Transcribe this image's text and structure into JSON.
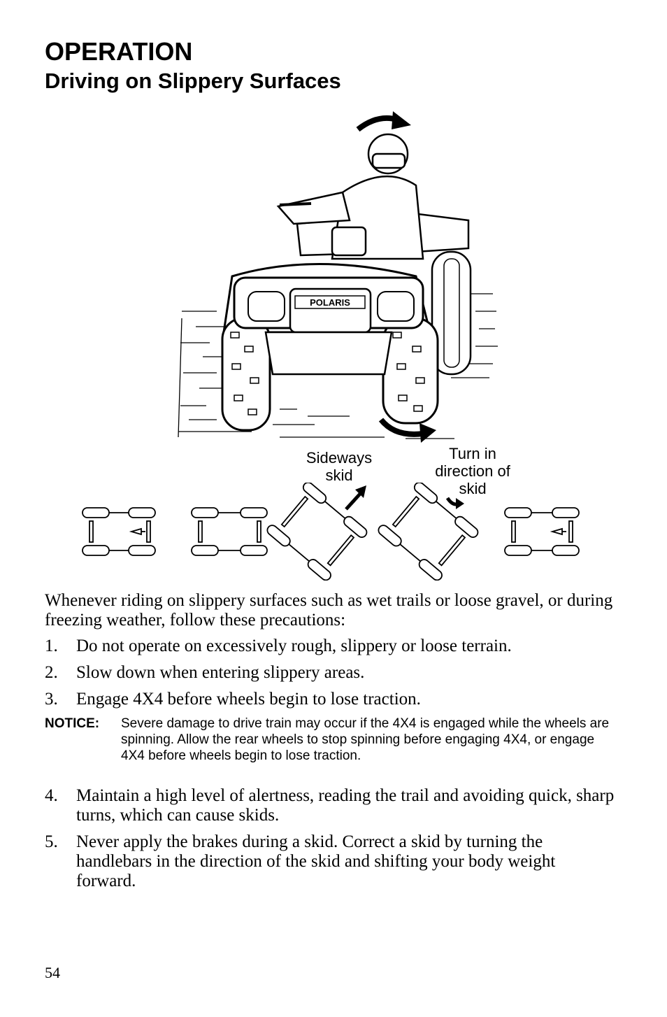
{
  "header": {
    "section": "OPERATION",
    "title": "Driving on Slippery Surfaces"
  },
  "illustration": {
    "brand": "POLARIS",
    "labels": {
      "sideways_skid": [
        "Sideways",
        "skid"
      ],
      "turn_direction": [
        "Turn in",
        "direction of",
        "skid"
      ]
    },
    "icons": [
      "atv-rider-illustration",
      "curved-arrow-icon",
      "vehicle-diagram-icon",
      "skid-arrow-icon"
    ]
  },
  "body": {
    "intro": "Whenever riding on slippery surfaces such as wet trails or loose gravel, or during freezing weather, follow these precautions:",
    "steps_a": [
      {
        "num": "1.",
        "text": "Do not operate on excessively rough, slippery or loose terrain."
      },
      {
        "num": "2.",
        "text": "Slow down when entering slippery areas."
      },
      {
        "num": "3.",
        "text": "Engage 4X4 before wheels begin to lose traction."
      }
    ],
    "notice": {
      "label": "NOTICE:",
      "text": "Severe damage to drive train may occur if the 4X4 is engaged while the wheels are spinning. Allow the rear wheels to stop spinning before engaging 4X4, or engage 4X4 before wheels begin to lose traction."
    },
    "steps_b": [
      {
        "num": "4.",
        "text": "Maintain a high level of alertness, reading the trail and avoiding quick, sharp turns, which can cause skids."
      },
      {
        "num": "5.",
        "text": "Never apply the brakes during a skid. Correct a skid by turning the handlebars in the direction of the skid and shifting your body weight forward."
      }
    ]
  },
  "footer": {
    "page_number": "54"
  }
}
